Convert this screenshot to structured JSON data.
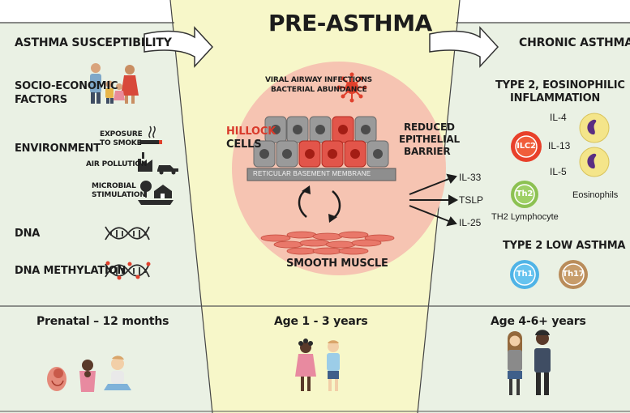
{
  "header": {
    "left_title": "ASTHMA SUSCEPTIBILITY",
    "center_title": "PRE-ASTHMA",
    "right_title": "CHRONIC ASTHMA"
  },
  "left_panel": {
    "socio_line1": "SOCIO-ECONOMIC",
    "socio_line2": "FACTORS",
    "environment": "ENVIRONMENT",
    "smoke_line1": "EXPOSURE",
    "smoke_line2": "TO SMOKE",
    "air_pollution": "AIR POLLUTION",
    "microbial_line1": "MICROBIAL",
    "microbial_line2": "STIMULATION",
    "dna": "DNA",
    "dna_methylation": "DNA METHYLATION"
  },
  "center_panel": {
    "viral_line1": "VIRAL AIRWAY INFECTIONS",
    "viral_line2": "BACTERIAL ABUNDANCE",
    "hillock_line1": "HILLOCK",
    "hillock_line2": "CELLS",
    "barrier_line1": "REDUCED",
    "barrier_line2": "EPITHELIAL",
    "barrier_line3": "BARRIER",
    "membrane": "RETICULAR BASEMENT MEMBRANE",
    "smooth_muscle": "SMOOTH MUSCLE"
  },
  "cytokines": [
    "IL-33",
    "TSLP",
    "IL-25"
  ],
  "right_panel": {
    "type2_line1": "TYPE 2, EOSINOPHILIC",
    "type2_line2": "INFLAMMATION",
    "il4": "IL-4",
    "il13": "IL-13",
    "il5": "IL-5",
    "ilc2": "ILC2",
    "th2": "Th2",
    "eosinophils": "Eosinophils",
    "th2_lymphocyte": "TH2 Lymphocyte",
    "type2_low": "TYPE 2 LOW ASTHMA",
    "th1": "Th1",
    "th17": "Th17"
  },
  "timeline": {
    "left": "Prenatal – 12 months",
    "center": "Age 1 -  3 years",
    "right": "Age 4-6+ years"
  },
  "colors": {
    "side_panel": "#eaf1e4",
    "center_funnel": "#f7f7c9",
    "circle": "#f6c4b2",
    "hillock_red": "#d93a2b",
    "ilc2": "#e8402a",
    "th2": "#8cc152",
    "th1": "#4fb3e6",
    "th17": "#b98c5a",
    "eosinophil": "#f4e58a",
    "eosinophil_nucleus": "#5a2e82"
  },
  "icons": [
    "family-icon",
    "cigarette-icon",
    "factory-car-icon",
    "farm-icon",
    "dna-icon",
    "methylated-dna-icon",
    "virus-icon",
    "cycle-arrows-icon",
    "fetus-icon",
    "baby-icon",
    "toddler-icon",
    "children-icon",
    "school-children-icon",
    "curved-arrow-icon"
  ]
}
